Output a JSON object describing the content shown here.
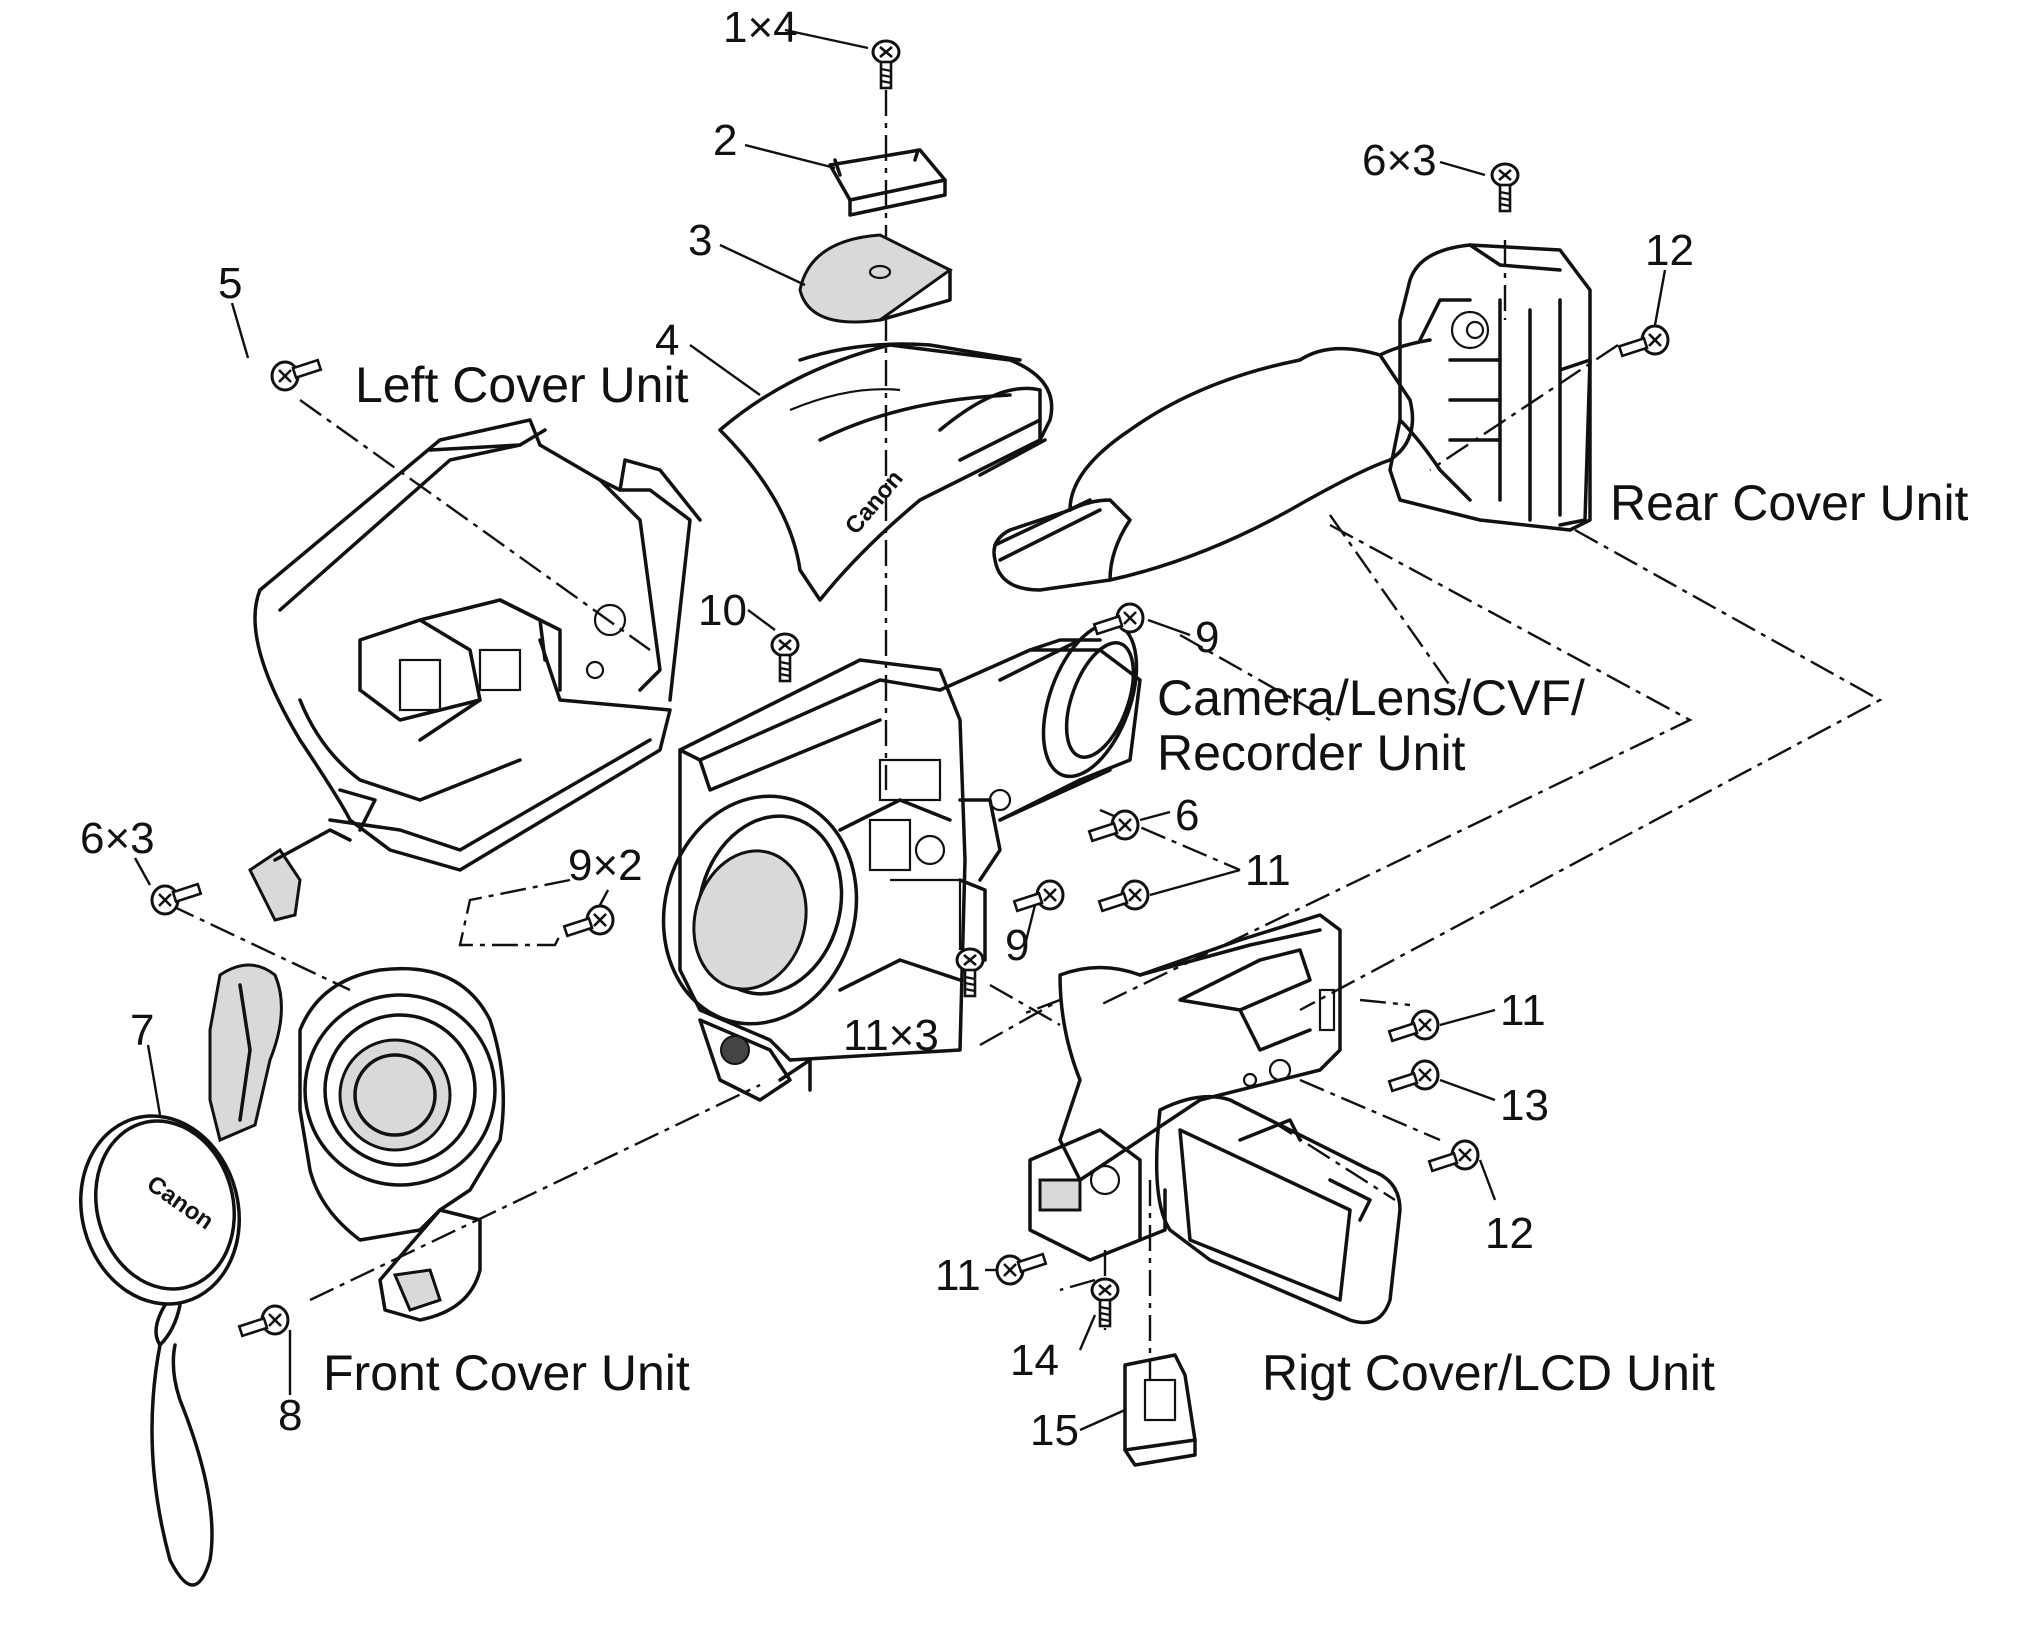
{
  "diagram": {
    "units": [
      {
        "id": "left-cover",
        "label": "Left Cover Unit"
      },
      {
        "id": "rear-cover",
        "label": "Rear Cover Unit"
      },
      {
        "id": "camera",
        "label_line1": "Camera/Lens/CVF/",
        "label_line2": "Recorder Unit"
      },
      {
        "id": "front-cover",
        "label": "Front Cover Unit"
      },
      {
        "id": "right-cover",
        "label": "Rigt Cover/LCD Unit"
      }
    ],
    "callouts": {
      "c1": "1×4",
      "c2": "2",
      "c3": "3",
      "c4": "4",
      "c5": "5",
      "c6a": "6×3",
      "c12a": "12",
      "c10": "10",
      "c9a": "9",
      "c6b": "6",
      "c11a": "11",
      "c9b": "9×2",
      "c6c": "6×3",
      "c9c": "9",
      "c11b": "11×3",
      "c11c": "11",
      "c13": "13",
      "c12b": "12",
      "c7": "7",
      "c11d": "11",
      "c14": "14",
      "c15": "15",
      "c8": "8"
    },
    "brand_text": "Canon",
    "cap_text": "Canon"
  }
}
